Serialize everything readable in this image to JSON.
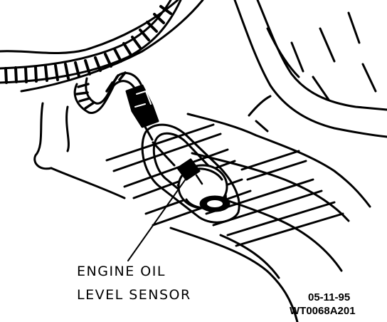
{
  "diagram": {
    "callout": {
      "line1": "ENGINE OIL",
      "line2": "LEVEL SENSOR"
    },
    "reference": {
      "date": "05-11-95",
      "code": "WT0068A201"
    },
    "ink_color": "#000000",
    "paper_color": "#ffffff"
  }
}
